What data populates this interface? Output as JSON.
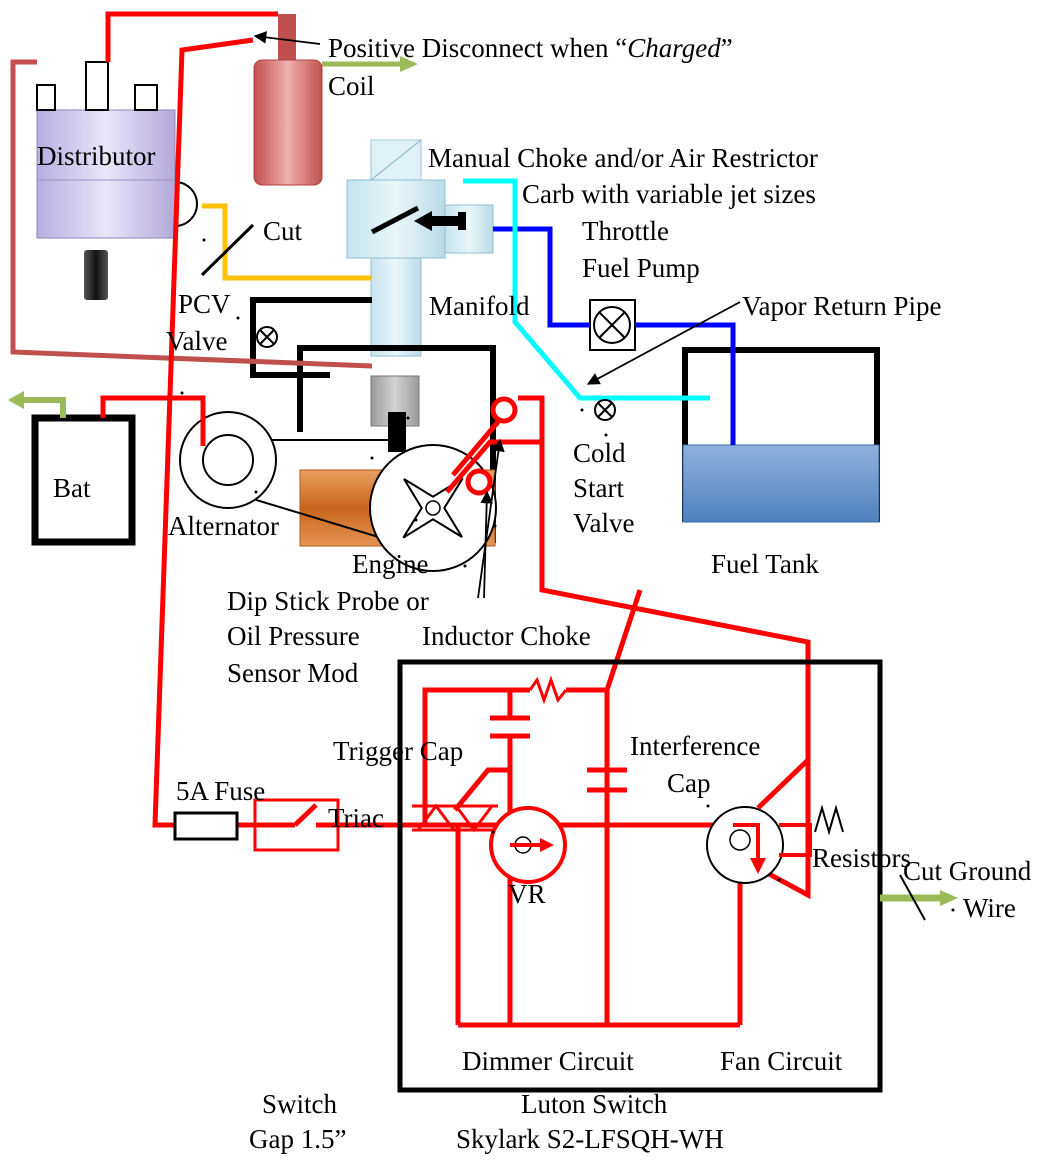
{
  "labels": {
    "positive_disconnect_prefix": "Positive Disconnect when “",
    "positive_disconnect_em": "Charged",
    "positive_disconnect_suffix": "”",
    "coil": "Coil",
    "distributor": "Distributor",
    "manual_choke": "Manual Choke and/or Air Restrictor",
    "carb": "Carb with variable jet sizes",
    "throttle": "Throttle",
    "fuel_pump": "Fuel Pump",
    "cut": "Cut",
    "pcv_line1": "PCV",
    "pcv_line2": "Valve",
    "manifold": "Manifold",
    "vapor_return": "Vapor Return Pipe",
    "bat": "Bat",
    "alternator": "Alternator",
    "engine": "Engine",
    "cold_line1": "Cold",
    "cold_line2": "Start",
    "cold_line3": "Valve",
    "fuel_tank": "Fuel Tank",
    "dip_line1": "Dip Stick Probe or",
    "dip_line2": "Oil Pressure",
    "dip_line3": "Sensor Mod",
    "inductor_choke": "Inductor Choke",
    "trigger_cap": "Trigger Cap",
    "interference_line1": "Interference",
    "interference_line2": "Cap",
    "triac": "Triac",
    "vr": "VR",
    "resistors": "Resistors",
    "fuse": "5A Fuse",
    "cut_ground_line1": "Cut Ground",
    "cut_ground_line2": "Wire",
    "dimmer_circuit": "Dimmer Circuit",
    "fan_circuit": "Fan Circuit",
    "switch_line1": "Switch",
    "switch_line2": "Gap 1.5”",
    "luton_line1": "Luton Switch",
    "luton_line2": "Skylark S2-LFSQH-WH"
  },
  "colors": {
    "wire_red": "#ff0000",
    "wire_yellow": "#ffc000",
    "wire_blue": "#0000ff",
    "wire_cyan": "#00ffff",
    "wire_brown": "#c0504d",
    "arrow_green": "#9bbb59"
  }
}
